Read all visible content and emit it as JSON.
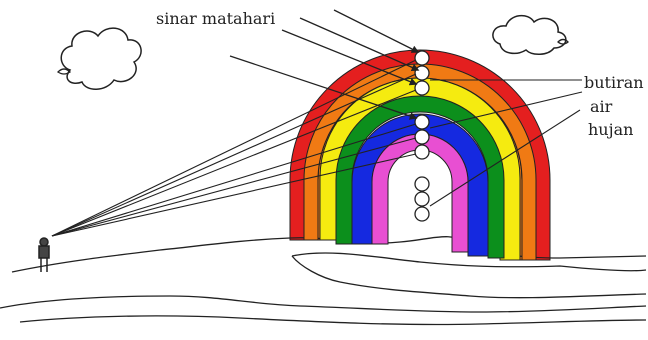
{
  "labels": {
    "sunlight": "sinar matahari",
    "raindrop_line1": "butiran",
    "raindrop_line2": "air",
    "raindrop_line3": "hujan"
  },
  "colors": {
    "band_outer": "#e41f1f",
    "band_2": "#f07a14",
    "band_3": "#f5eb10",
    "band_4": "#0c8f1c",
    "band_5": "#1529e0",
    "band_inner": "#e84fd2",
    "outline": "#222222"
  }
}
